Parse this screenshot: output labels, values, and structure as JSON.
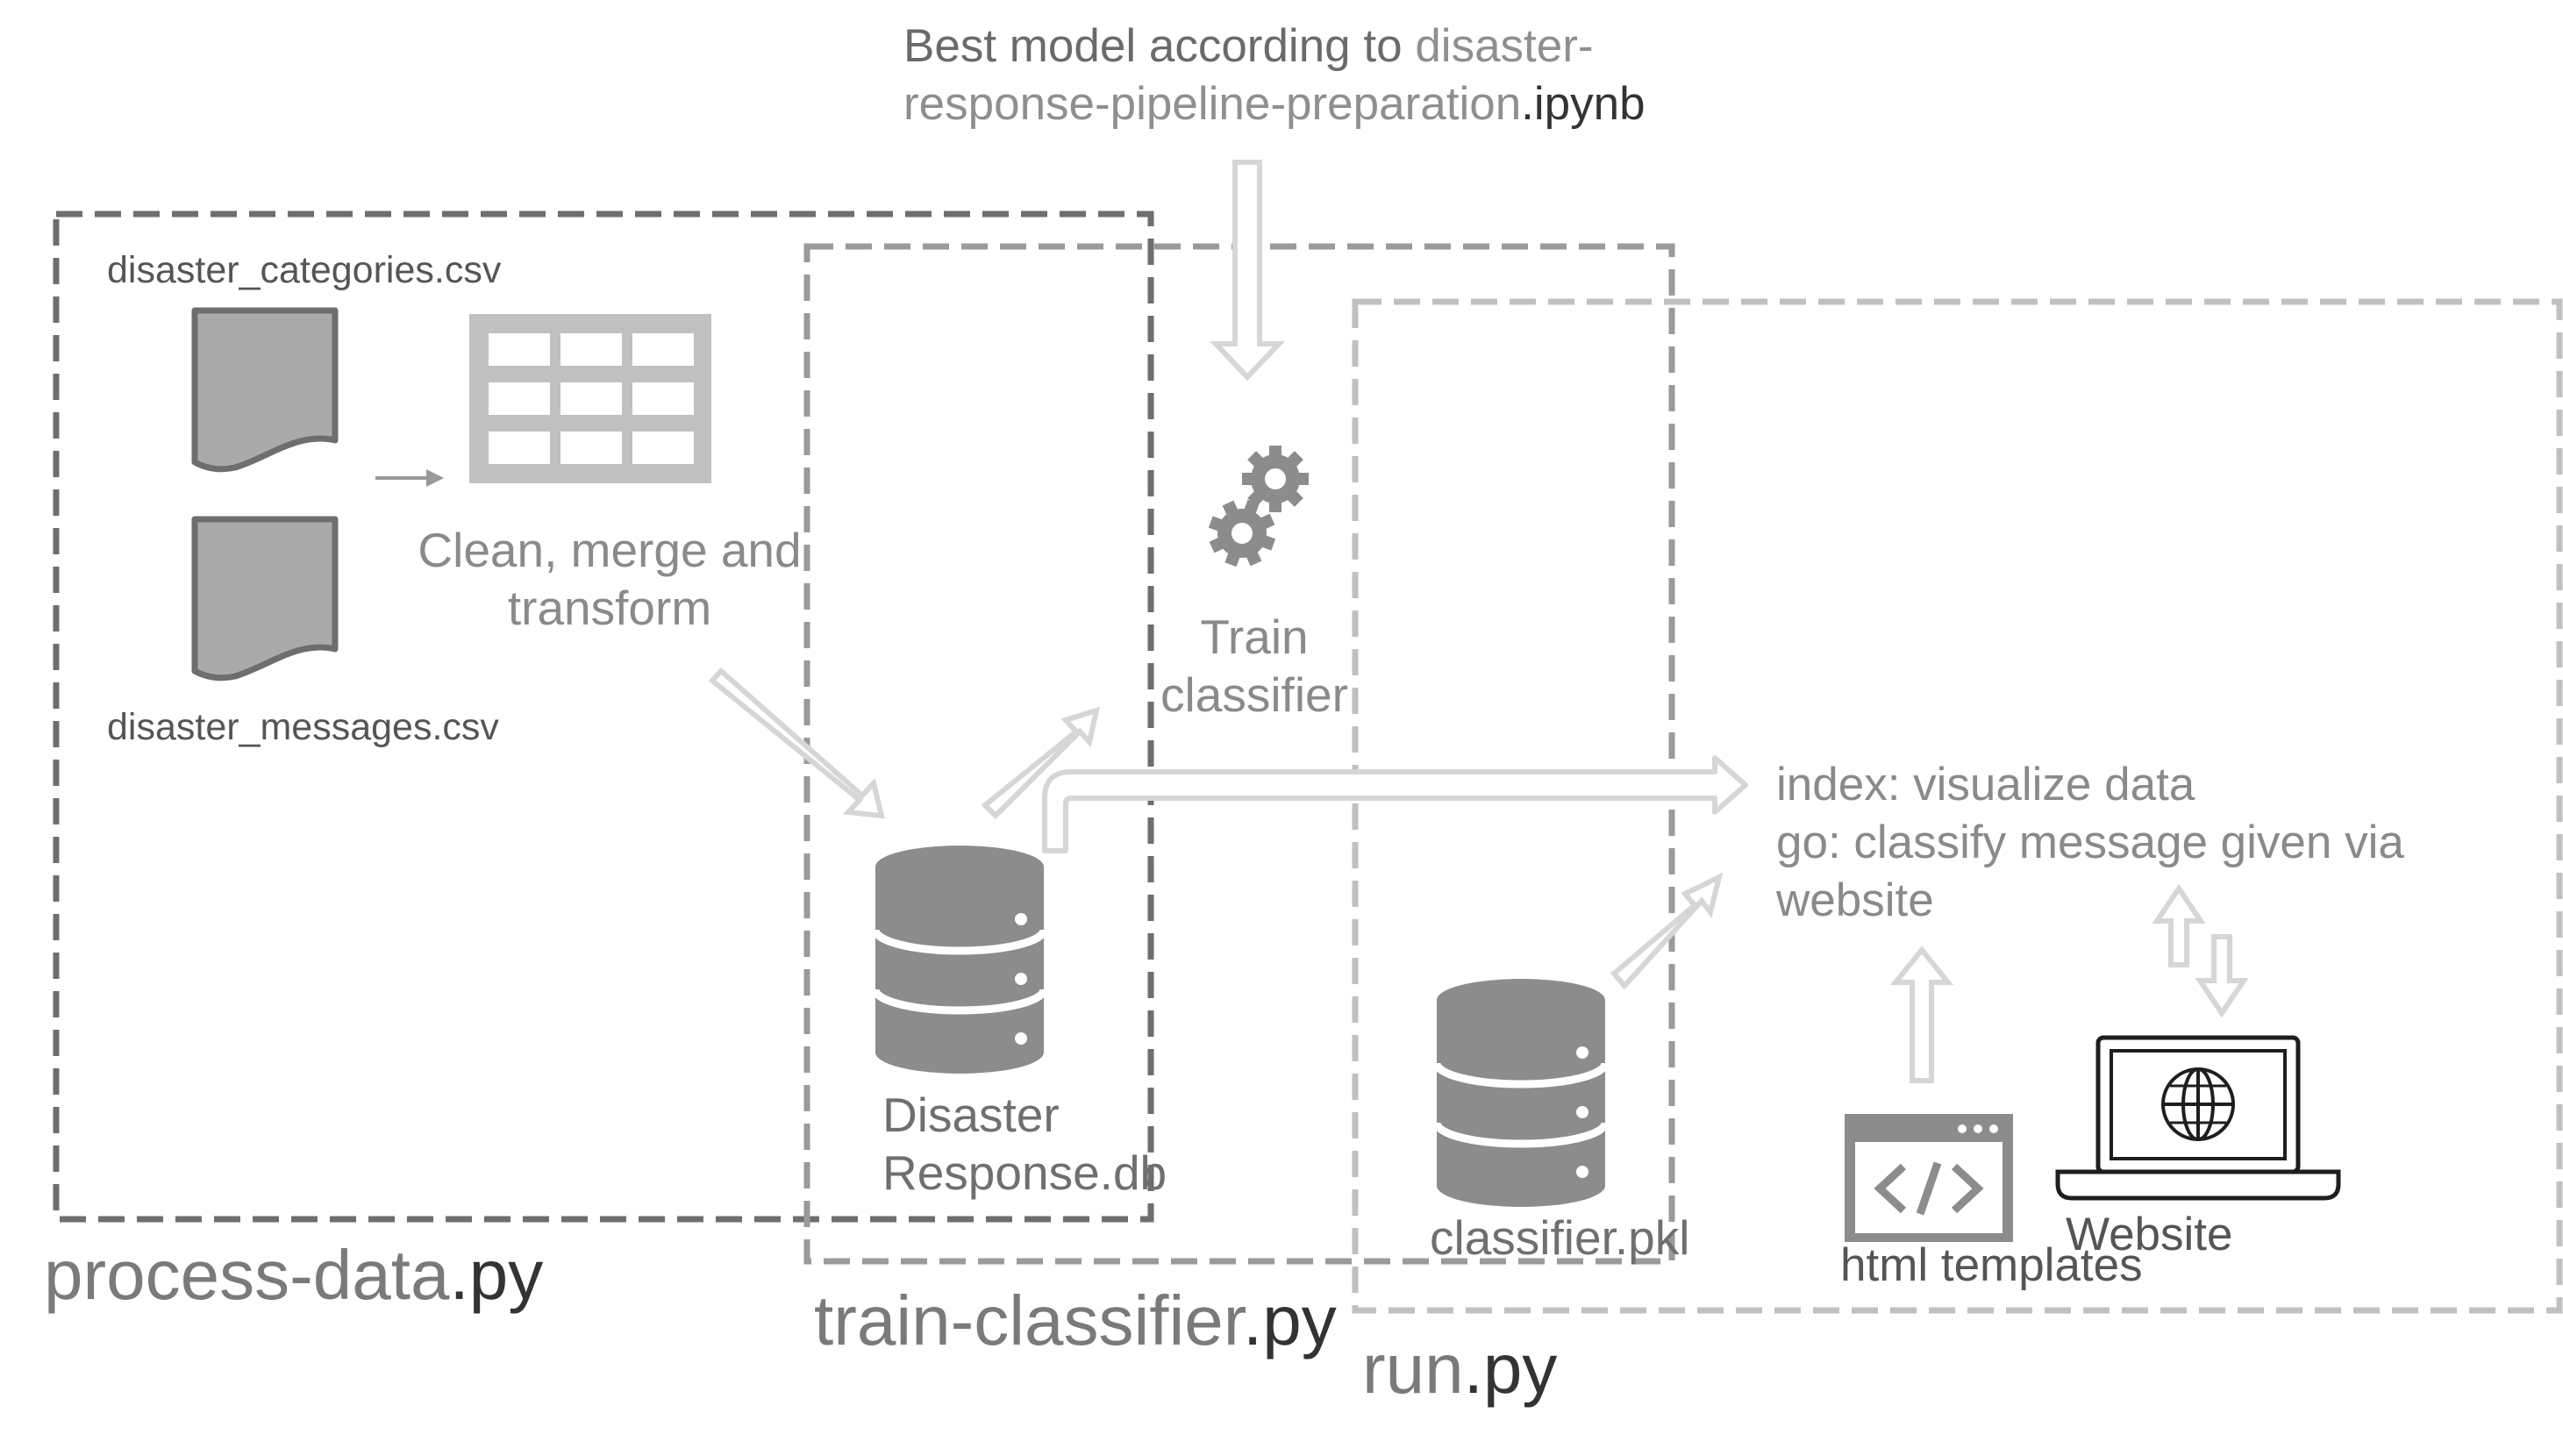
{
  "note": {
    "part1": "Best model according to",
    "part2": "disaster-response-pipeline-preparation",
    "ext": ".ipynb"
  },
  "process_data": {
    "categories_file": "disaster_categories.csv",
    "messages_file": "disaster_messages.csv",
    "step_label_line1": "Clean, merge and",
    "step_label_line2": "transform",
    "script_name": "process-data",
    "script_ext": ".py"
  },
  "train_classifier": {
    "step_label_line1": "Train",
    "step_label_line2": "classifier",
    "db_label_line1": "Disaster",
    "db_label_line2": "Response.db",
    "script_name": "train-classifier",
    "script_ext": ".py"
  },
  "run": {
    "model_file": "classifier.pkl",
    "routes_line1": "index: visualize data",
    "routes_line2": "go:  classify message given via",
    "routes_line3": "website",
    "templates_label": "html templates",
    "website_label": "Website",
    "script_name": "run",
    "script_ext": ".py"
  },
  "colors": {
    "box_dark": "#6e6e6e",
    "box_mid": "#9a9a9a",
    "box_light": "#c0c0c0",
    "icon_dark": "#8c8c8c",
    "icon_light": "#bdbdbd",
    "arrow": "#d6d6d6"
  },
  "icons": [
    "document-icon",
    "table-icon",
    "gears-icon",
    "database-icon",
    "code-window-icon",
    "laptop-globe-icon"
  ]
}
